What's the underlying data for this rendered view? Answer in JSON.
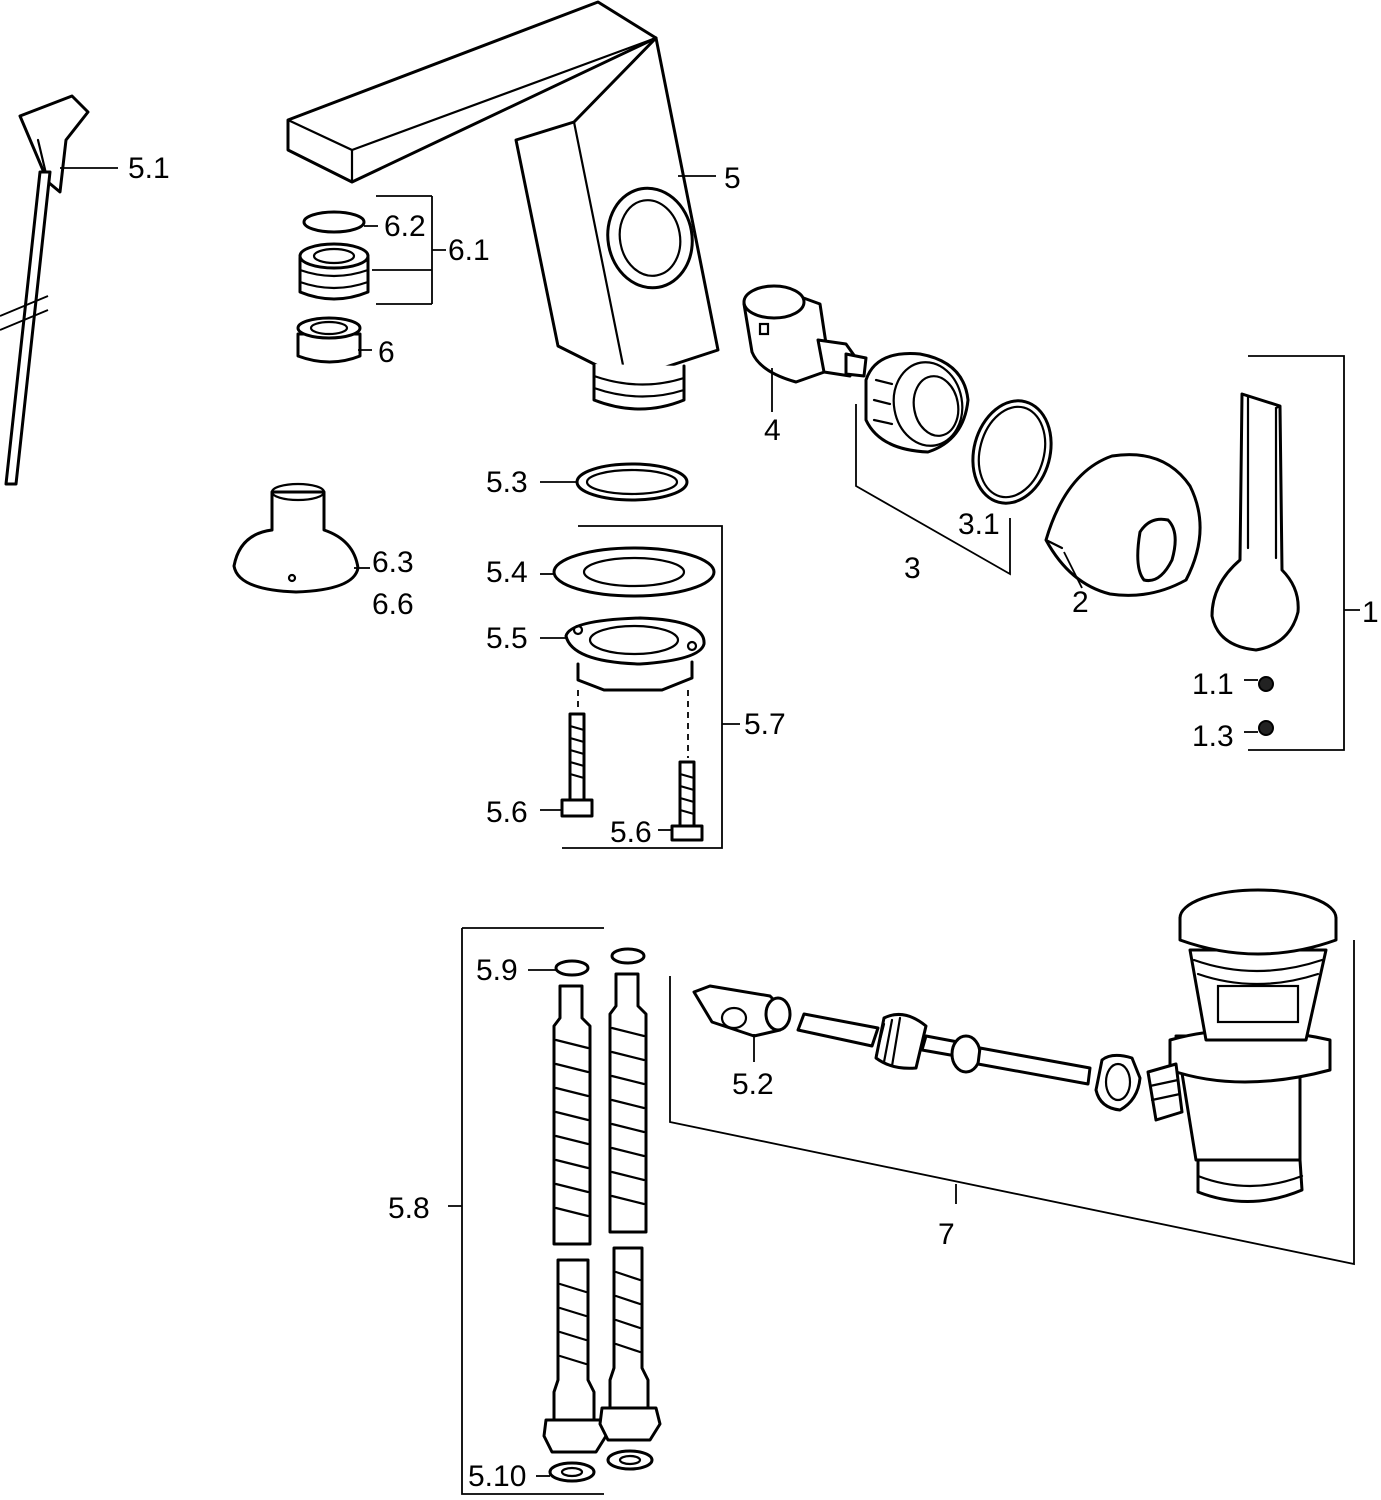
{
  "title": "",
  "line_color": "#000000",
  "background": "#ffffff",
  "callouts": {
    "p1": "1",
    "p1_1": "1.1",
    "p1_3": "1.3",
    "p2": "2",
    "p3": "3",
    "p3_1": "3.1",
    "p4": "4",
    "p5": "5",
    "p5_1": "5.1",
    "p5_2": "5.2",
    "p5_3": "5.3",
    "p5_4": "5.4",
    "p5_5": "5.5",
    "p5_6a": "5.6",
    "p5_6b": "5.6",
    "p5_7": "5.7",
    "p5_8": "5.8",
    "p5_9": "5.9",
    "p5_10": "5.10",
    "p6": "6",
    "p6_1": "6.1",
    "p6_2": "6.2",
    "p6_3": "6.3",
    "p6_6": "6.6",
    "p7": "7"
  }
}
